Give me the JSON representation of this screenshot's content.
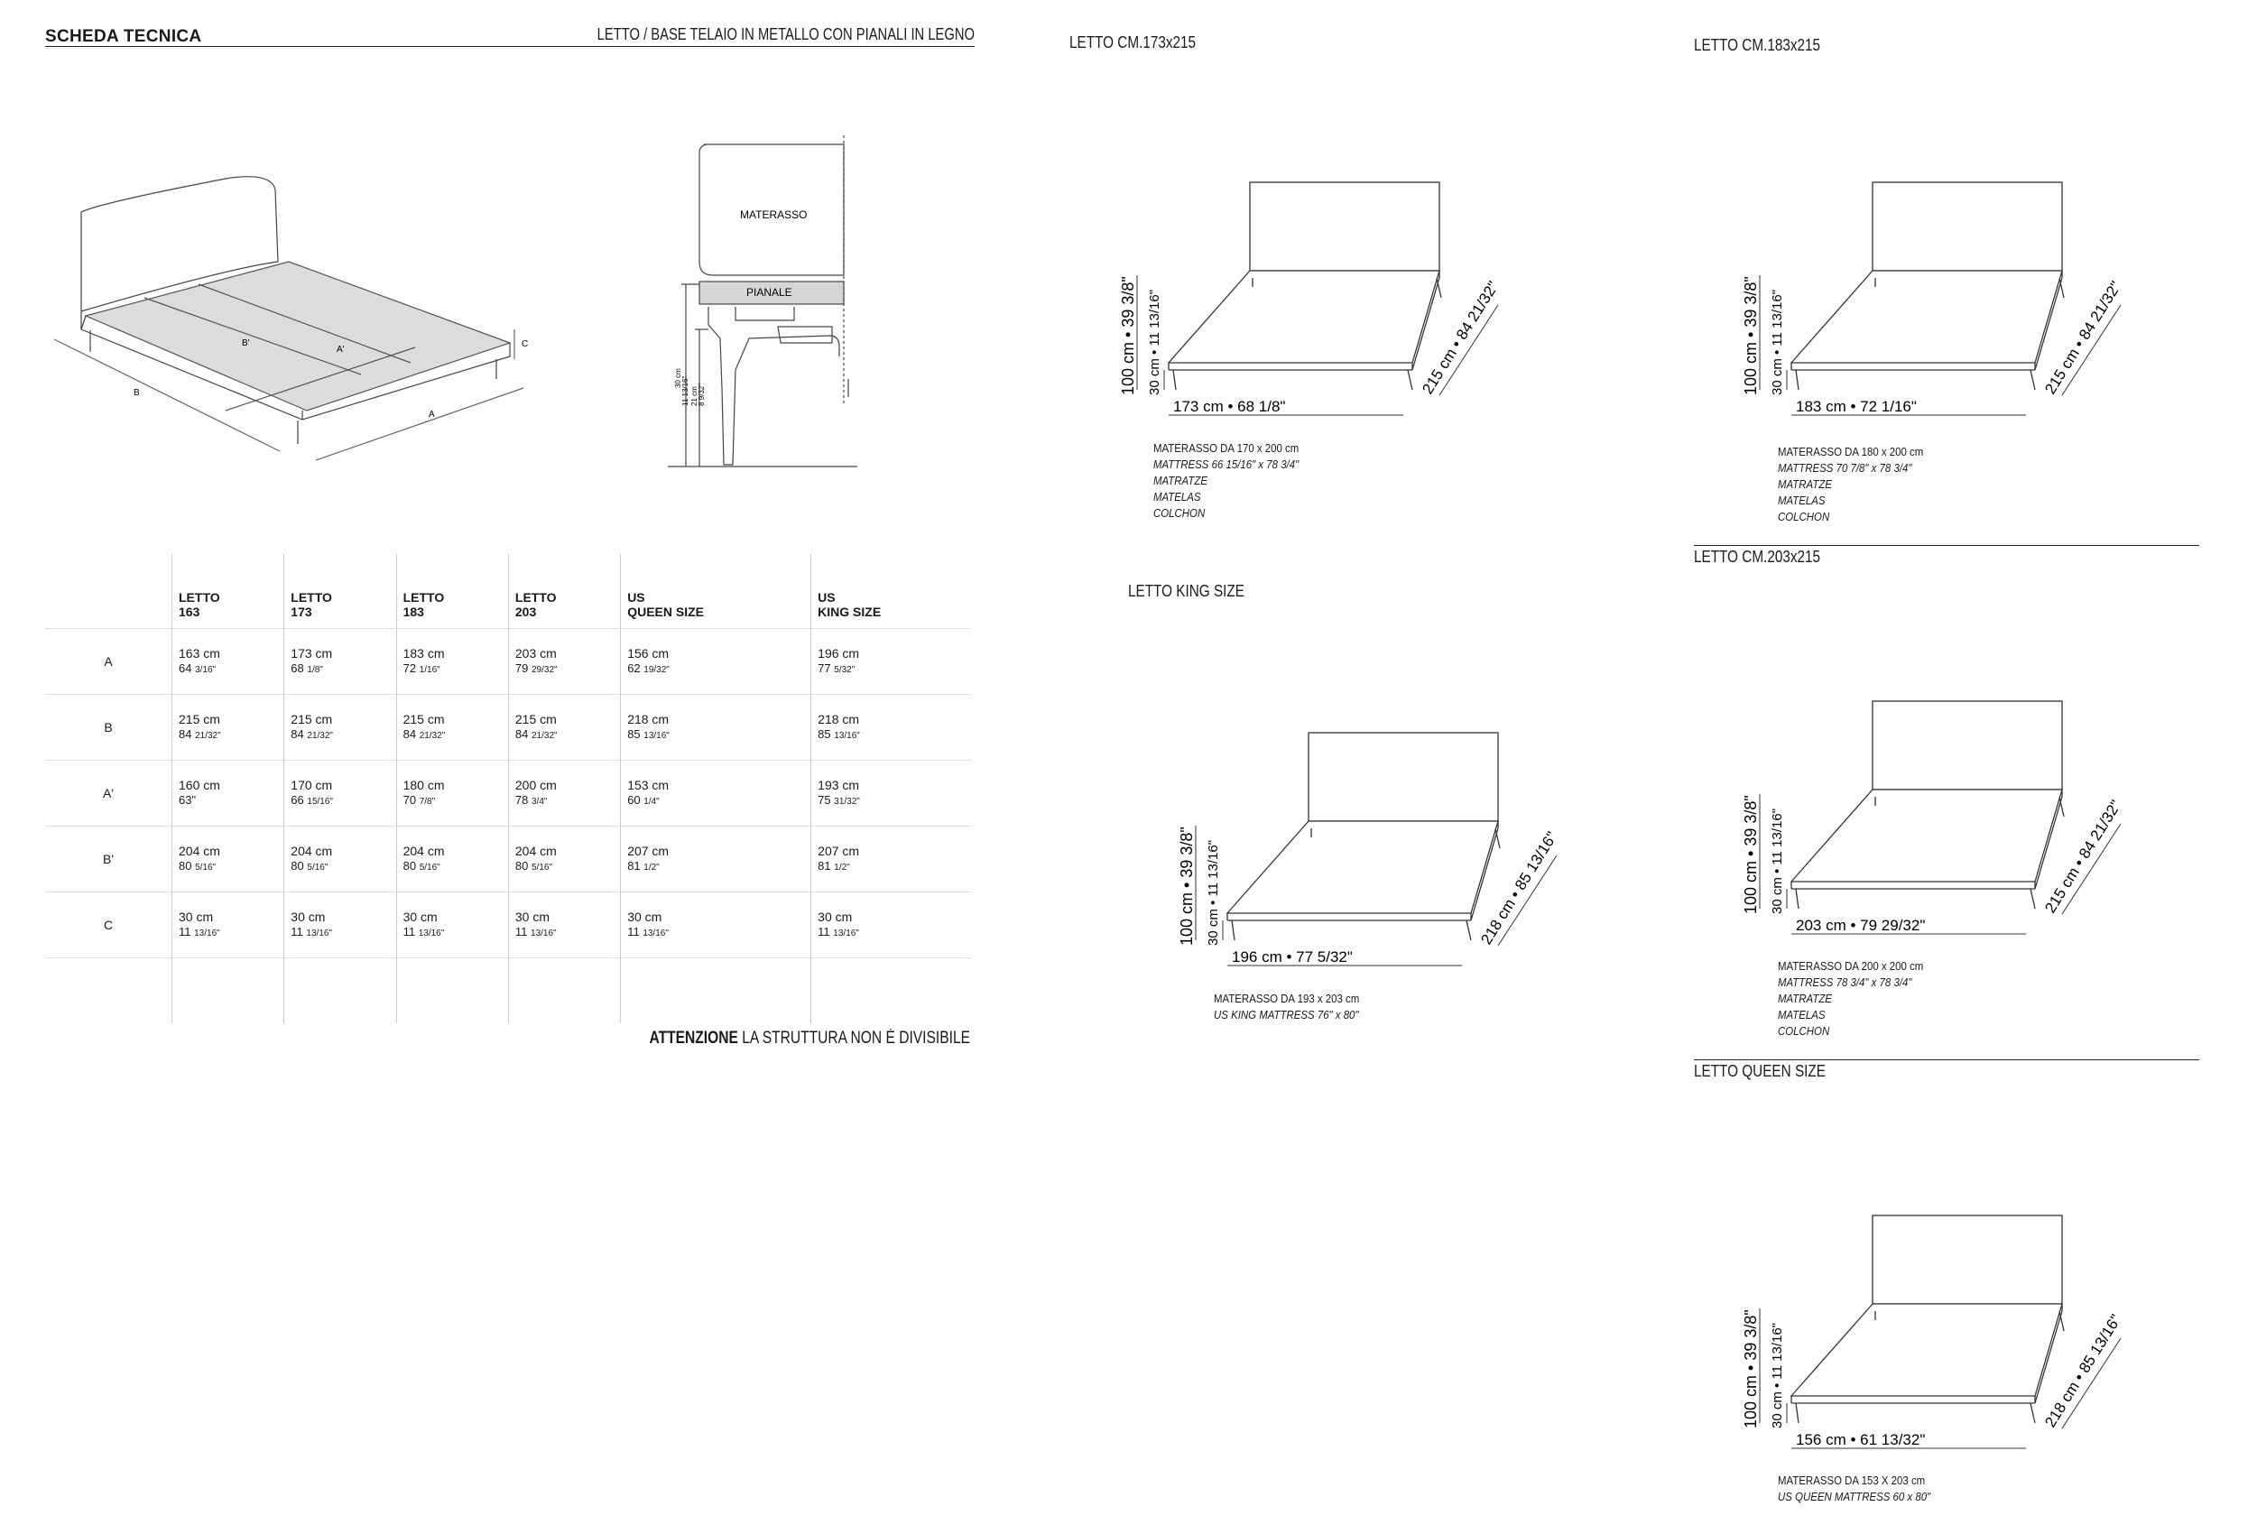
{
  "header": {
    "title": "SCHEDA TECNICA",
    "subtitle": "LETTO / BASE TELAIO IN METALLO CON PIANALI IN LEGNO"
  },
  "diagram_left": {
    "labels": [
      "A'",
      "B'",
      "A",
      "B",
      "C"
    ]
  },
  "section_diagram": {
    "materasso": "MATERASSO",
    "pianale": "PIANALE",
    "dims": [
      "30 cm",
      "11 13/16\"",
      "21 cm",
      "8 9/32\""
    ]
  },
  "table": {
    "headers": [
      {
        "l1": "LETTO",
        "l2": "163"
      },
      {
        "l1": "LETTO",
        "l2": "173"
      },
      {
        "l1": "LETTO",
        "l2": "183"
      },
      {
        "l1": "LETTO",
        "l2": "203"
      },
      {
        "l1": "US",
        "l2": "QUEEN SIZE"
      },
      {
        "l1": "US",
        "l2": "KING SIZE"
      }
    ],
    "rows": [
      {
        "key": "A",
        "cells": [
          {
            "cm": "163 cm",
            "in": "64",
            "fr": "3/16\""
          },
          {
            "cm": "173 cm",
            "in": "68",
            "fr": "1/8\""
          },
          {
            "cm": "183 cm",
            "in": "72",
            "fr": "1/16\""
          },
          {
            "cm": "203 cm",
            "in": "79",
            "fr": "29/32\""
          },
          {
            "cm": "156 cm",
            "in": "62",
            "fr": "19/32\""
          },
          {
            "cm": "196 cm",
            "in": "77",
            "fr": "5/32\""
          }
        ]
      },
      {
        "key": "B",
        "cells": [
          {
            "cm": "215 cm",
            "in": "84",
            "fr": "21/32\""
          },
          {
            "cm": "215 cm",
            "in": "84",
            "fr": "21/32\""
          },
          {
            "cm": "215 cm",
            "in": "84",
            "fr": "21/32\""
          },
          {
            "cm": "215 cm",
            "in": "84",
            "fr": "21/32\""
          },
          {
            "cm": "218 cm",
            "in": "85",
            "fr": "13/16\""
          },
          {
            "cm": "218 cm",
            "in": "85",
            "fr": "13/16\""
          }
        ]
      },
      {
        "key": "A'",
        "cells": [
          {
            "cm": "160 cm",
            "in": "63\"",
            "fr": ""
          },
          {
            "cm": "170 cm",
            "in": "66",
            "fr": "15/16\""
          },
          {
            "cm": "180 cm",
            "in": "70",
            "fr": "7/8\""
          },
          {
            "cm": "200 cm",
            "in": "78",
            "fr": "3/4\""
          },
          {
            "cm": "153 cm",
            "in": "60",
            "fr": "1/4\""
          },
          {
            "cm": "193 cm",
            "in": "75",
            "fr": "31/32\""
          }
        ]
      },
      {
        "key": "B'",
        "cells": [
          {
            "cm": "204 cm",
            "in": "80",
            "fr": "5/16\""
          },
          {
            "cm": "204 cm",
            "in": "80",
            "fr": "5/16\""
          },
          {
            "cm": "204 cm",
            "in": "80",
            "fr": "5/16\""
          },
          {
            "cm": "204 cm",
            "in": "80",
            "fr": "5/16\""
          },
          {
            "cm": "207 cm",
            "in": "81",
            "fr": "1/2\""
          },
          {
            "cm": "207 cm",
            "in": "81",
            "fr": "1/2\""
          }
        ]
      },
      {
        "key": "C",
        "cells": [
          {
            "cm": "30 cm",
            "in": "11",
            "fr": "13/16\""
          },
          {
            "cm": "30 cm",
            "in": "11",
            "fr": "13/16\""
          },
          {
            "cm": "30 cm",
            "in": "11",
            "fr": "13/16\""
          },
          {
            "cm": "30 cm",
            "in": "11",
            "fr": "13/16\""
          },
          {
            "cm": "30 cm",
            "in": "11",
            "fr": "13/16\""
          },
          {
            "cm": "30 cm",
            "in": "11",
            "fr": "13/16\""
          }
        ]
      }
    ]
  },
  "warning": {
    "bold": "ATTENZIONE",
    "text": " LA STRUTTURA NON È DIVISIBILE"
  },
  "beds": [
    {
      "title": "LETTO CM.173x215",
      "height": "100 cm • 39 3/8\"",
      "leg": "30 cm • 11 13/16\"",
      "width": "173 cm • 68 1/8\"",
      "depth": "215 cm • 84 21/32\"",
      "spec": [
        "MATERASSO DA 170 x 200 cm",
        "MATTRESS  66 15/16\" x 78 3/4\"",
        "MATRATZE",
        "MATELAS",
        "COLCHON"
      ]
    },
    {
      "title": "LETTO CM.183x215",
      "height": "100 cm • 39 3/8\"",
      "leg": "30 cm • 11 13/16\"",
      "width": "183 cm • 72 1/16\"",
      "depth": "215 cm • 84 21/32\"",
      "spec": [
        "MATERASSO DA 180 x 200 cm",
        "MATTRESS  70 7/8\" x 78 3/4\"",
        "MATRATZE",
        "MATELAS",
        "COLCHON"
      ]
    },
    {
      "title": "LETTO KING SIZE",
      "height": "100 cm • 39 3/8\"",
      "leg": "30 cm • 11 13/16\"",
      "width": "196 cm • 77 5/32\"",
      "depth": "218 cm • 85 13/16\"",
      "spec": [
        "MATERASSO DA 193 x 203 cm",
        "US KING MATTRESS 76\" x 80\""
      ]
    },
    {
      "title": "LETTO CM.203x215",
      "height": "100 cm • 39 3/8\"",
      "leg": "30 cm • 11 13/16\"",
      "width": "203 cm • 79 29/32\"",
      "depth": "215 cm • 84 21/32\"",
      "spec": [
        "MATERASSO DA 200 x 200 cm",
        "MATTRESS  78 3/4\" x 78 3/4\"",
        "MATRATZE",
        "MATELAS",
        "COLCHON"
      ]
    },
    {
      "title": "LETTO QUEEN SIZE",
      "height": "100 cm • 39 3/8\"",
      "leg": "30 cm • 11 13/16\"",
      "width": "156 cm • 61 13/32\"",
      "depth": "218 cm • 85 13/16\"",
      "spec": [
        "MATERASSO DA 153 X 203 cm",
        "US QUEEN MATTRESS  60 x 80\""
      ]
    }
  ]
}
